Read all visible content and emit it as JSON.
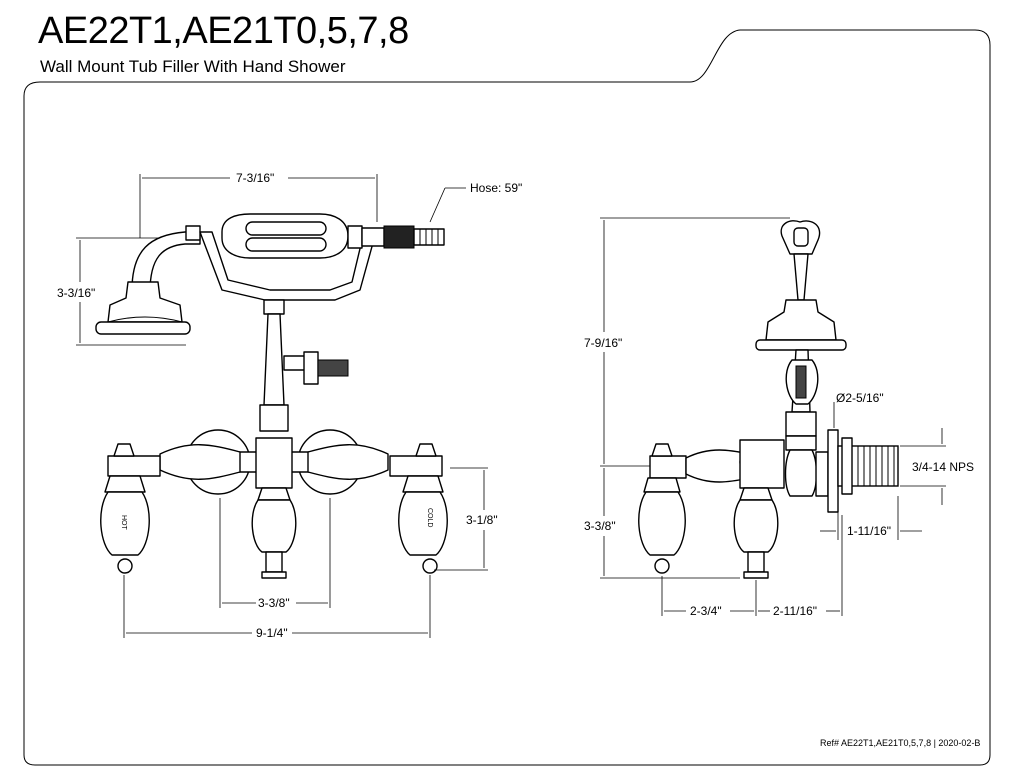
{
  "header": {
    "title": "AE22T1,AE21T0,5,7,8",
    "subtitle": "Wall Mount Tub Filler With Hand Shower"
  },
  "front_view": {
    "width_top": "7-3/16\"",
    "hose": "Hose: 59\"",
    "height_shower": "3-3/16\"",
    "handle_height": "3-1/8\"",
    "center_spacing": "3-3/8\"",
    "overall_width": "9-1/4\"",
    "hot_label": "HOT",
    "cold_label": "COLD"
  },
  "side_view": {
    "overall_height": "7-9/16\"",
    "flange_diameter": "Ø2-5/16\"",
    "thread": "3/4-14 NPS",
    "lower_height": "3-3/8\"",
    "shank_length": "1-11/16\"",
    "depth_front": "2-3/4\"",
    "depth_back": "2-11/16\""
  },
  "footer": {
    "ref": "Ref# AE22T1,AE21T0,5,7,8 | 2020-02-B"
  }
}
